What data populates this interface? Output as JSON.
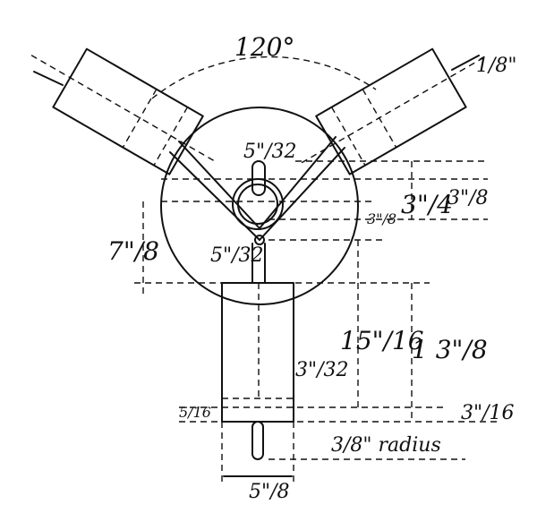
{
  "diagram": {
    "labels": {
      "angle": "120°",
      "pin_dia": "5\"/32",
      "shaft_dia": "1/8\"",
      "offset_upper": "3\"/8",
      "upper_rise": "3\"/8",
      "vertical_3_4": "3\"/4",
      "crank_drop": "7\"/8",
      "link_gap": "5\"/32",
      "center_to_bottom": "15\"/16",
      "cylinder_length": "1 3\"/8",
      "bore_offset": "3\"/32",
      "end_cap": "5/16",
      "side_step": "3\"/16",
      "radius_note": "3/8\" radius",
      "width": "5\"/8"
    }
  }
}
